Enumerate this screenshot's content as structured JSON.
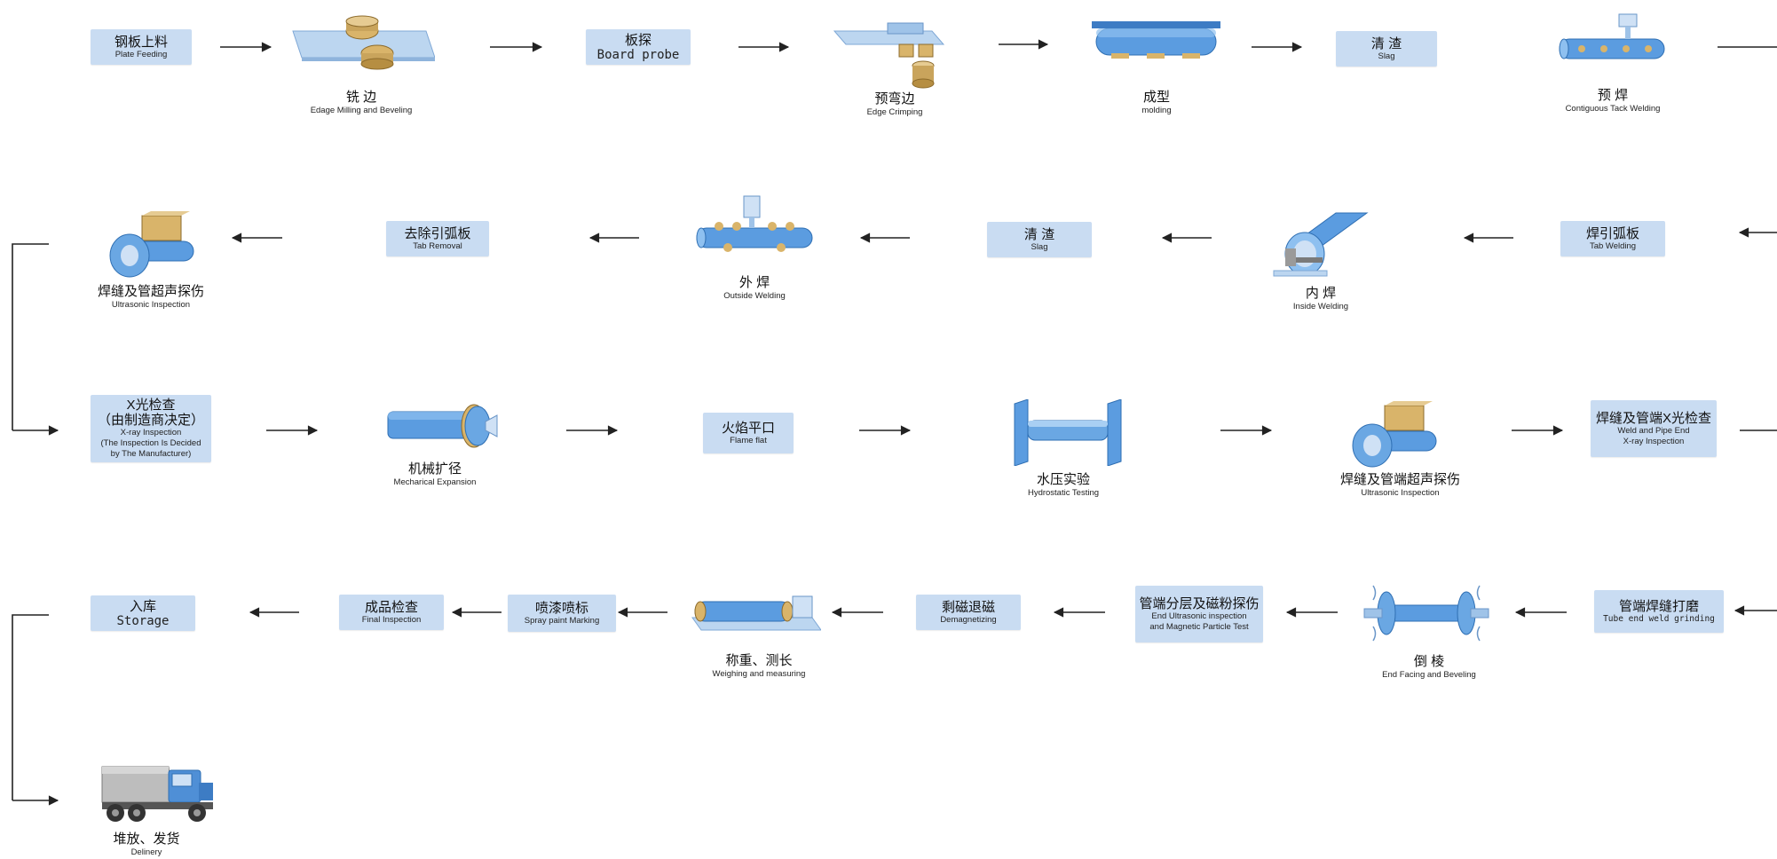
{
  "steps": {
    "plate_feeding": {
      "zh": "钢板上料",
      "en": "Plate Feeding"
    },
    "edge_milling": {
      "zh": "铣 边",
      "en": "Edage Milling and Beveling"
    },
    "board_probe": {
      "zh": "板探",
      "en": "Board probe"
    },
    "edge_crimping": {
      "zh": "预弯边",
      "en": "Edge Crimping"
    },
    "molding": {
      "zh": "成型",
      "en": "molding"
    },
    "slag_1": {
      "zh": "清 渣",
      "en": "Slag"
    },
    "tack_welding": {
      "zh": "预 焊",
      "en": "Contiguous Tack Welding"
    },
    "tab_welding": {
      "zh": "焊引弧板",
      "en": "Tab Welding"
    },
    "inside_welding": {
      "zh": "内 焊",
      "en": "Inside Welding"
    },
    "slag_2": {
      "zh": "清 渣",
      "en": "Slag"
    },
    "outside_welding": {
      "zh": "外 焊",
      "en": "Outside Welding"
    },
    "tab_removal": {
      "zh": "去除引弧板",
      "en": "Tab Removal"
    },
    "ultrasonic_1": {
      "zh": "焊缝及管超声探伤",
      "en": "Ultrasonic Inspection"
    },
    "xray_1": {
      "zh1": "X光检查",
      "zh2": "（由制造商决定）",
      "en1": "X-ray Inspection",
      "en2": "(The Inspection Is Decided",
      "en3": "by The Manufacturer)"
    },
    "mech_expansion": {
      "zh": "机械扩径",
      "en": "Mecharical Expansion"
    },
    "flame_flat": {
      "zh": "火焰平口",
      "en": "Flame flat"
    },
    "hydrostatic": {
      "zh": "水压实验",
      "en": "Hydrostatic Testing"
    },
    "ultrasonic_2": {
      "zh": "焊缝及管端超声探伤",
      "en": "Ultrasonic Inspection"
    },
    "xray_2": {
      "zh": "焊缝及管端X光检查",
      "en1": "Weld and Pipe End",
      "en2": "X-ray Inspection"
    },
    "grinding": {
      "zh": "管端焊缝打磨",
      "en": "Tube end weld grinding"
    },
    "end_facing": {
      "zh": "倒 棱",
      "en": "End Facing and Beveling"
    },
    "end_ultrasonic": {
      "zh": "管端分层及磁粉探伤",
      "en1": "End Ultrasonic inspection",
      "en2": "and Magnetic Particle Test"
    },
    "demagnetizing": {
      "zh": "剩磁退磁",
      "en": "Demagnetizing"
    },
    "weighing": {
      "zh": "称重、测长",
      "en": "Weighing and measuring"
    },
    "spray_marking": {
      "zh": "喷漆喷标",
      "en": "Spray paint Marking"
    },
    "final_inspection": {
      "zh": "成品检查",
      "en": "Final Inspection"
    },
    "storage": {
      "zh": "入库",
      "en": "Storage"
    },
    "delivery": {
      "zh": "堆放、发货",
      "en": "Delinery"
    }
  },
  "colors": {
    "box": "#c9dcf2",
    "pipe": "#4f8fd6",
    "arrow": "#222222",
    "brass": "#c9a45c"
  }
}
